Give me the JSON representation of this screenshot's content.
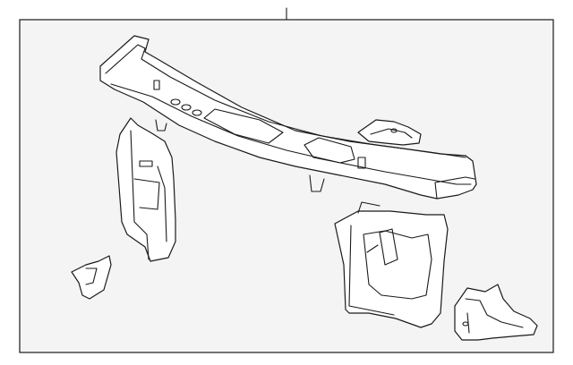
{
  "diagram": {
    "background": "#ffffff",
    "panel_fill": "#f4f4f4",
    "line_color": "#1a1a1a",
    "callouts": [],
    "parts": [
      {
        "id": "upper-tie-bar",
        "label": ""
      },
      {
        "id": "left-side-support",
        "label": ""
      },
      {
        "id": "small-upper-bracket",
        "label": ""
      },
      {
        "id": "right-side-support",
        "label": ""
      },
      {
        "id": "left-lower-bracket",
        "label": ""
      },
      {
        "id": "right-lower-bracket",
        "label": ""
      }
    ]
  }
}
